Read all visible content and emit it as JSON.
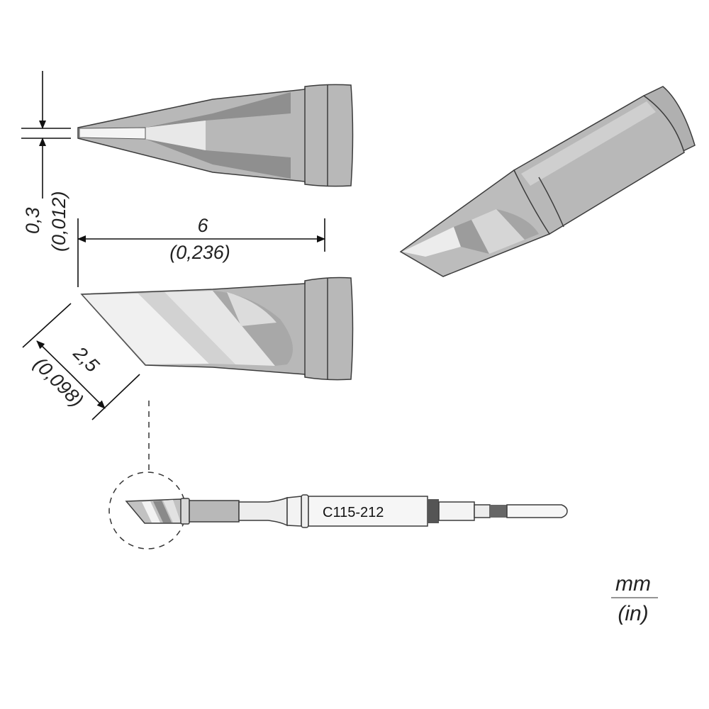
{
  "dimensions": {
    "tip_thickness": {
      "mm": "0,3",
      "in": "(0,012)"
    },
    "length": {
      "mm": "6",
      "in": "(0,236)"
    },
    "blade_width": {
      "mm": "2,5",
      "in": "(0,098)"
    }
  },
  "part_number": "C115-212",
  "units": {
    "primary": "mm",
    "secondary": "(in)"
  },
  "colors": {
    "body": "#b8b8b8",
    "body_dark": "#9a9a9a",
    "face_light": "#e6e6e6",
    "face_mid": "#cccccc",
    "outline": "#3c3c3c"
  }
}
